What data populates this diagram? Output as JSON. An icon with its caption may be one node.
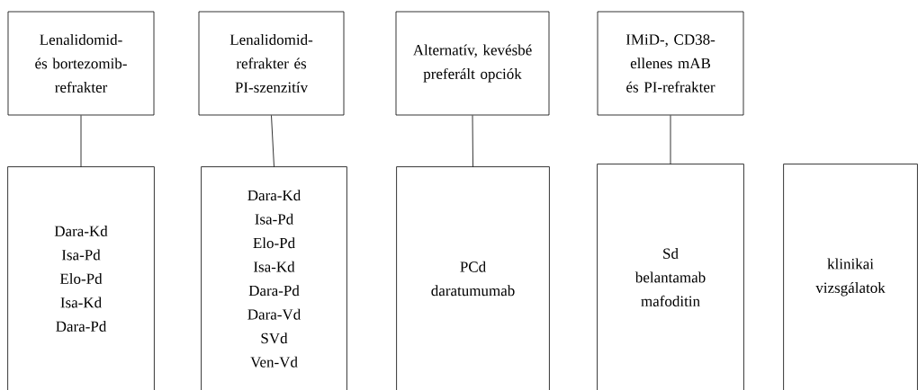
{
  "diagram": {
    "nodes": [
      {
        "text": [
          "Lenalidomid- és bortezomib-refrakter"
        ]
      },
      {
        "text": [
          "Lenalidomid-refrakter és PI-szenzitív"
        ]
      },
      {
        "text": [
          "Alternatív, kevésbé preferált opciók"
        ]
      },
      {
        "text": [
          "IMiD-, CD38-ellenes mAB és PI-refrakter"
        ]
      },
      {
        "text": [
          "Dara-Kd",
          "Isa-Pd",
          "Elo-Pd",
          "Isa-Kd",
          "Dara-Pd"
        ]
      },
      {
        "text": [
          "Dara-Kd",
          "Isa-Pd",
          "Elo-Pd",
          "Isa-Kd",
          "Dara-Pd",
          "Dara-Vd",
          "SVd",
          "Ven-Vd"
        ]
      },
      {
        "text": [
          "PCd",
          "daratumumab"
        ]
      },
      {
        "text": [
          "Sd",
          "belantamab mafoditin"
        ]
      },
      {
        "text": [
          "klinikai vizsgálatok"
        ]
      }
    ],
    "edges": [
      {
        "from": 0,
        "to": 4,
        "arrow": "none"
      },
      {
        "from": 1,
        "to": 5,
        "arrow": "none"
      },
      {
        "from": 2,
        "to": 6,
        "arrow": "none"
      },
      {
        "from": 3,
        "to": 7,
        "arrow": "none"
      }
    ]
  }
}
